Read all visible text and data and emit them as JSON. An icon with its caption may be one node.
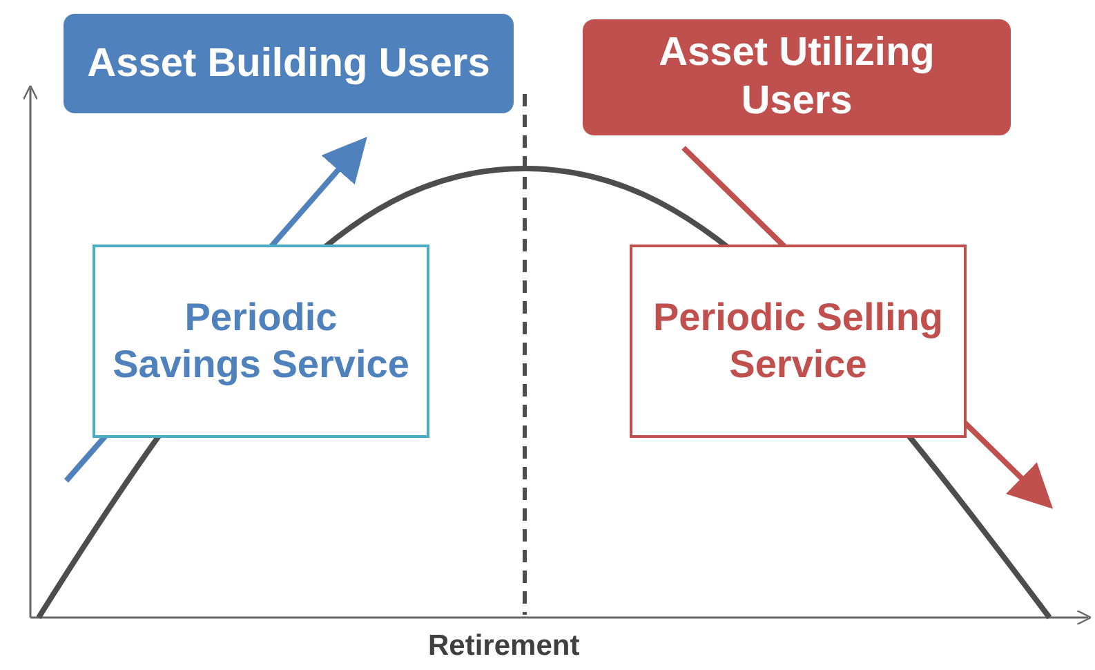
{
  "diagram": {
    "nodes": [
      {
        "text": [
          "Asset Building Users"
        ]
      },
      {
        "text": [
          "Asset Utilizing Users"
        ]
      },
      {
        "text": [
          "Periodic Savings Service"
        ]
      },
      {
        "text": [
          "Periodic Selling Service"
        ]
      }
    ],
    "edges": [],
    "labels": [
      "Retirement"
    ]
  }
}
